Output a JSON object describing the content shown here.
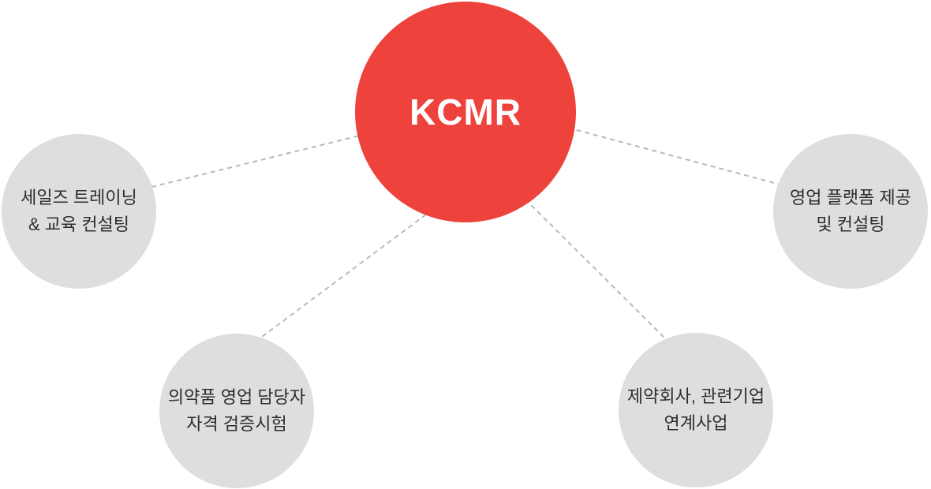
{
  "diagram": {
    "center_node": {
      "label": "KCMR"
    },
    "nodes": [
      {
        "id": "sales-training-consulting",
        "lines": [
          "세일즈 트레이닝",
          "& 교육 컨설팅"
        ]
      },
      {
        "id": "pharma-sales-certification",
        "lines": [
          "의약품 영업 담당자",
          "자격 검증시험"
        ]
      },
      {
        "id": "pharma-company-partnership",
        "lines": [
          "제약회사, 관련기업",
          "연계사업"
        ]
      },
      {
        "id": "sales-platform-consulting",
        "lines": [
          "영업 플랫폼 제공",
          "및 컨설팅"
        ]
      }
    ],
    "colors": {
      "background": "#ffffff",
      "center_fill": "#ee423d",
      "center_text": "#ffffff",
      "node_fill": "#dedede",
      "node_text": "#2e2e2e",
      "connector": "#b9b9b9"
    }
  }
}
